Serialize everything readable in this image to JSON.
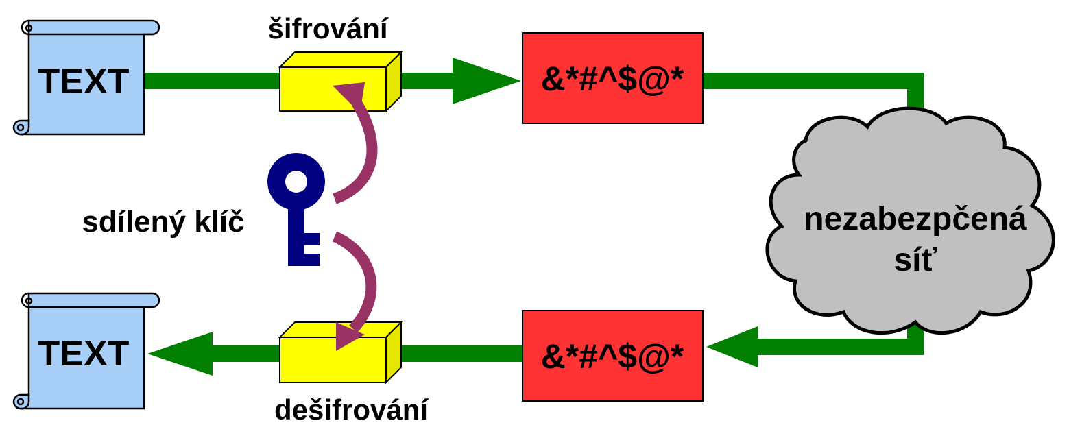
{
  "colors": {
    "scroll_fill": "#a8cff8",
    "box_fill": "#ffff00",
    "cipher_fill": "#ff3333",
    "cloud_fill": "#c0c0c0",
    "flow_green": "#007f00",
    "key_arc": "#993366",
    "key_blue": "#000080",
    "outline": "#000000"
  },
  "plaintext_top": {
    "label": "TEXT"
  },
  "plaintext_bottom": {
    "label": "TEXT"
  },
  "encryption": {
    "label": "šifrování"
  },
  "decryption": {
    "label": "dešifrování"
  },
  "ciphertext_top": {
    "label": "&*#^$@*"
  },
  "ciphertext_bottom": {
    "label": "&*#^$@*"
  },
  "shared_key": {
    "label": "sdílený klíč",
    "icon": "key-icon"
  },
  "network": {
    "line1": "nezabezpčená",
    "line2": "síť",
    "icon": "cloud-icon"
  }
}
